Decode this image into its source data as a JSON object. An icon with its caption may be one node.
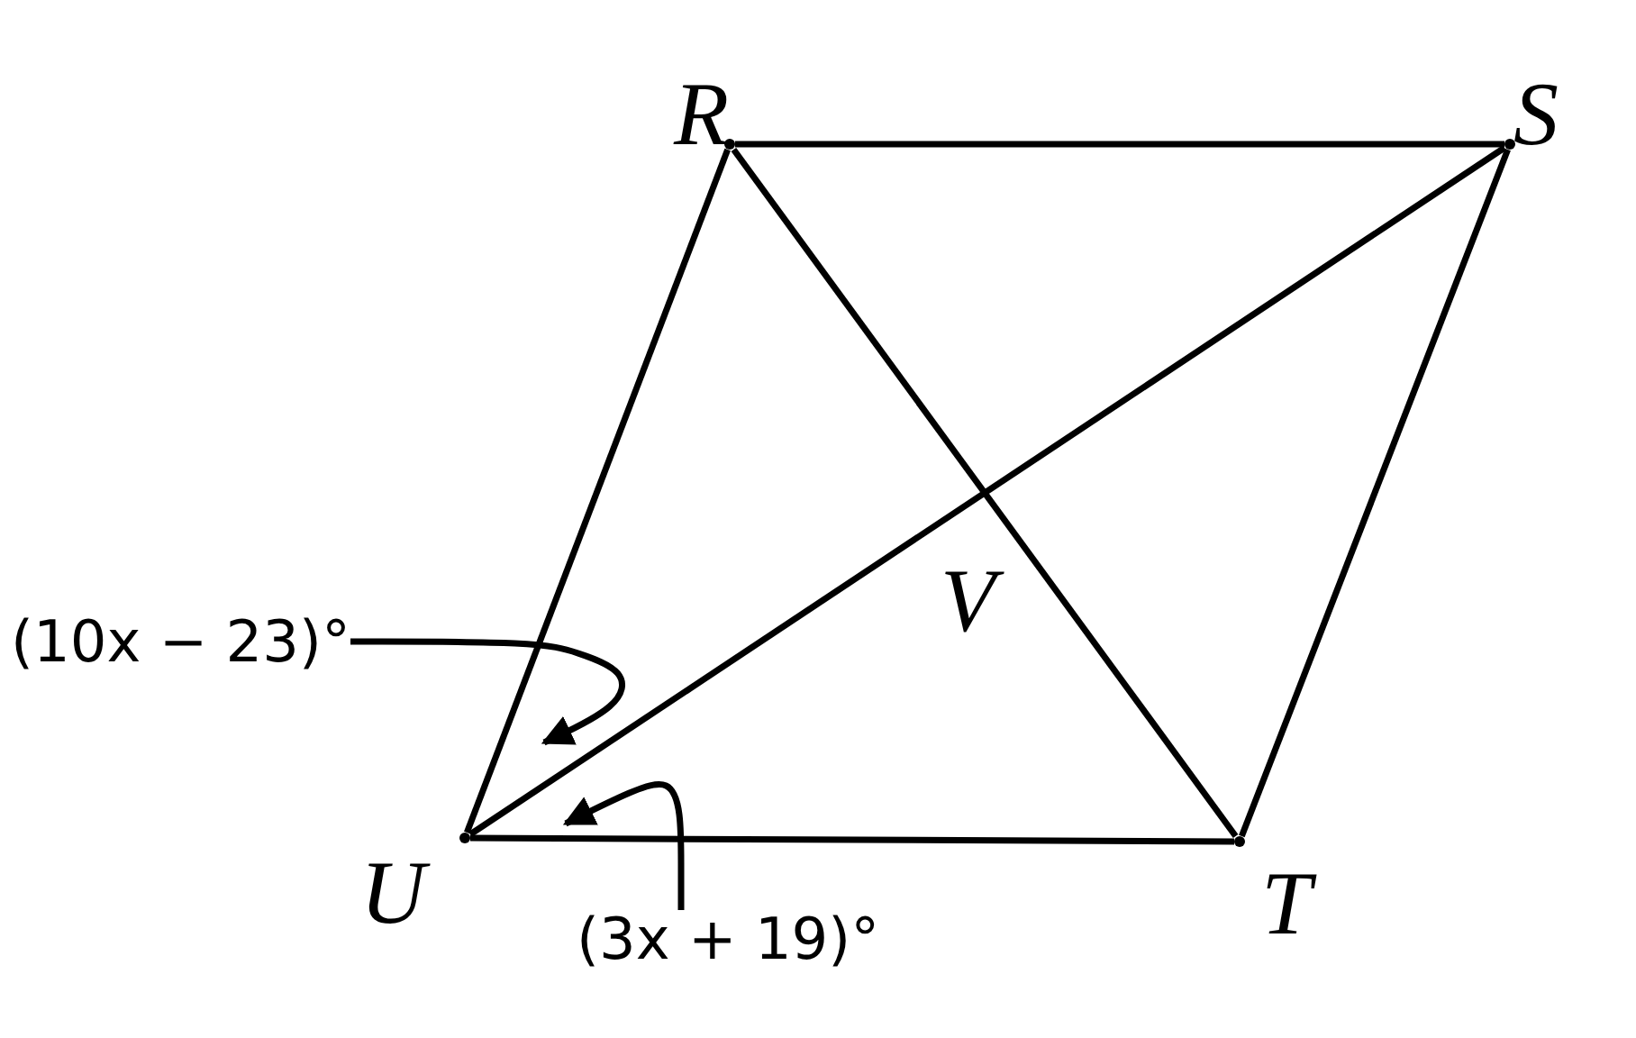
{
  "diagram": {
    "nodes": [
      {
        "text": [],
        "shape": "point"
      },
      {
        "text": [],
        "shape": "point"
      },
      {
        "text": [],
        "shape": "point"
      },
      {
        "text": [],
        "shape": "point"
      },
      {
        "text": [
          "(10x − 23)°"
        ]
      },
      {
        "text": [
          "(3x + 19)°"
        ]
      }
    ],
    "edges": [
      {
        "from": 0,
        "to": 1,
        "arrow": "none"
      },
      {
        "from": 1,
        "to": 2,
        "arrow": "none"
      },
      {
        "from": 2,
        "to": 3,
        "arrow": "none"
      },
      {
        "from": 3,
        "to": 0,
        "arrow": "none"
      },
      {
        "from": 0,
        "to": 2,
        "arrow": "none"
      },
      {
        "from": 1,
        "to": 3,
        "arrow": "none"
      },
      {
        "from": 4,
        "to": null,
        "arrow": "to"
      },
      {
        "from": 5,
        "to": null,
        "arrow": "to"
      }
    ],
    "labels": [
      "R",
      "S",
      "V",
      "U",
      "T"
    ]
  }
}
